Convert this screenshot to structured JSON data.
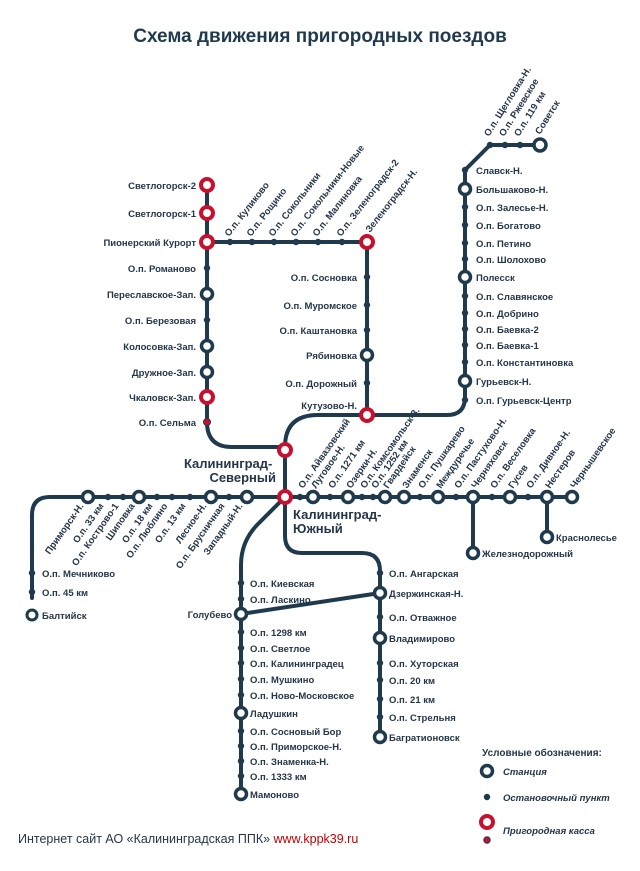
{
  "title": "Схема движения пригородных поездов",
  "colors": {
    "line": "#1f3a4d",
    "cashbox": "#c8102e",
    "text": "#24364a",
    "link": "#c40000"
  },
  "stations": {
    "svetlogorsk2": "Светлогорск-2",
    "svetlogorsk1": "Светлогорск-1",
    "pionersky": "Пионерский Курорт",
    "romanovo": "О.п. Романово",
    "pereslavskoe": "Переславское-Зап.",
    "berezovaya": "О.п. Березовая",
    "kolosovka": "Колосовка-Зап.",
    "druzhnoe": "Дружное-Зап.",
    "chkalovsk": "Чкаловск-Зап.",
    "selma": "О.п. Сельма",
    "kulikovo": "О.п. Куликово",
    "roshchino": "О.п. Рощино",
    "sokolniki": "О.п. Сокольники",
    "sokolniki_new": "О.п. Сокольники-Новые",
    "malinovka": "О.п. Малиновка",
    "zelenogradsk2": "О.п. Зеленоградск-2",
    "zelenogradsk": "Зеленоградск-Н.",
    "sosnovka": "О.п. Сосновка",
    "muromskoe": "О.п. Муромское",
    "kashtanovka": "О.п. Каштановка",
    "ryabinovka": "Рябиновка",
    "dorozhny": "О.п. Дорожный",
    "kutuzovo": "Кутузово-Н.",
    "kaliningrad_sev": "Калининград-\nСеверный",
    "kaliningrad_yuzh": "Калининград-\nЮжный",
    "sheglovka": "О.п. Щегловка-Н.",
    "rzhevskoe": "О.п. Ржевское",
    "km119": "О.п. 119 км",
    "sovetsk": "Советск",
    "slavsk": "Славск-Н.",
    "bolshakovo": "Большаково-Н.",
    "zalesie": "О.п. Залесье-Н.",
    "bogatovo": "О.п. Богатово",
    "petino": "О.п. Петино",
    "sholohovo": "О.п. Шолохово",
    "polessk": "Полесск",
    "slavyanskoe": "О.п. Славянское",
    "dobrino": "О.п. Добрино",
    "baevka2": "О.п. Баевка-2",
    "baevka1": "О.п. Баевка-1",
    "konstantinovka": "О.п. Константиновка",
    "gurievsk": "Гурьевск-Н.",
    "gurievsk_c": "О.п. Гурьевск-Центр",
    "primorsk": "Приморск-Н.",
    "km33": "О.п. 33 км",
    "kostrovo": "О.п. Кострово-1",
    "shipovka": "Шиповка",
    "km18": "О.п. 18 км",
    "lyublino": "О.п. Люблино",
    "km13": "О.п. 13 км",
    "lesnoe": "Лесное-Н.",
    "brusnichnaya": "О.п. Брусничная",
    "zapadny": "Западный-Н.",
    "mechnikovo": "О.п. Мечниково",
    "km45": "О.п. 45 км",
    "baltiysk": "Балтийск",
    "aivazovsky": "О.п. Айвазовский",
    "lugovoe": "Луговое-Н.",
    "km1271": "О.п. 1271 км",
    "ozerki": "Озерки-Н.",
    "komsomolsk": "О.п. Комсомольск-3.",
    "km1252": "О.п. 1252 км",
    "gvardeysk": "Гвардейск",
    "znamensk": "Знаменск",
    "pushkarevo": "О.п. Пушкарево",
    "mezhdurechye": "Междуречье",
    "pastukhovo": "О.п. Пастухово-Н.",
    "chernyakhovsk": "Черняховск",
    "veselovka": "О.п. Веселовка",
    "gusev": "Гусев",
    "divnoe": "О.п. Дивное-Н.",
    "nesterov": "Нестеров",
    "chernyshevskoe": "Чернышевское",
    "zheleznodorozhny": "Железнодорожный",
    "krasnolesie": "Краснолесье",
    "kievskaya": "О.п. Киевская",
    "laskino": "О.п. Ласкино",
    "golubevo": "Голубево",
    "km1298": "О.п. 1298 км",
    "svetloe": "О.п. Светлое",
    "kaliningradets": "О.п. Калининградец",
    "mushkino": "О.п. Мушкино",
    "novomoskovskoe": "О.п. Ново-Московское",
    "ladushkin": "Ладушкин",
    "sosnovy_bor": "О.п. Сосновый Бор",
    "primorskoe": "О.п. Приморское-Н.",
    "znamenka": "О.п. Знаменка-Н.",
    "km1333": "О.п. 1333 км",
    "mamonovo": "Мамоново",
    "angarskaya": "О.п. Ангарская",
    "dzerzhinskaya": "Дзержинская-Н.",
    "otvazhnoe": "О.п. Отважное",
    "vladimirovo": "Владимирово",
    "khutorskaya": "О.п. Хуторская",
    "km20": "О.п. 20 км",
    "km21": "О.п. 21 км",
    "strelnya": "О.п. Стрельня",
    "bagrationovsk": "Багратионовск"
  },
  "legend": {
    "title": "Условные обозначения:",
    "station": "Станция",
    "stop": "Остановочный пункт",
    "cashbox": "Пригородная касса"
  },
  "footer": {
    "text": "Интернет сайт АО «Калининградская ППК» ",
    "link": "www.kppk39.ru"
  }
}
